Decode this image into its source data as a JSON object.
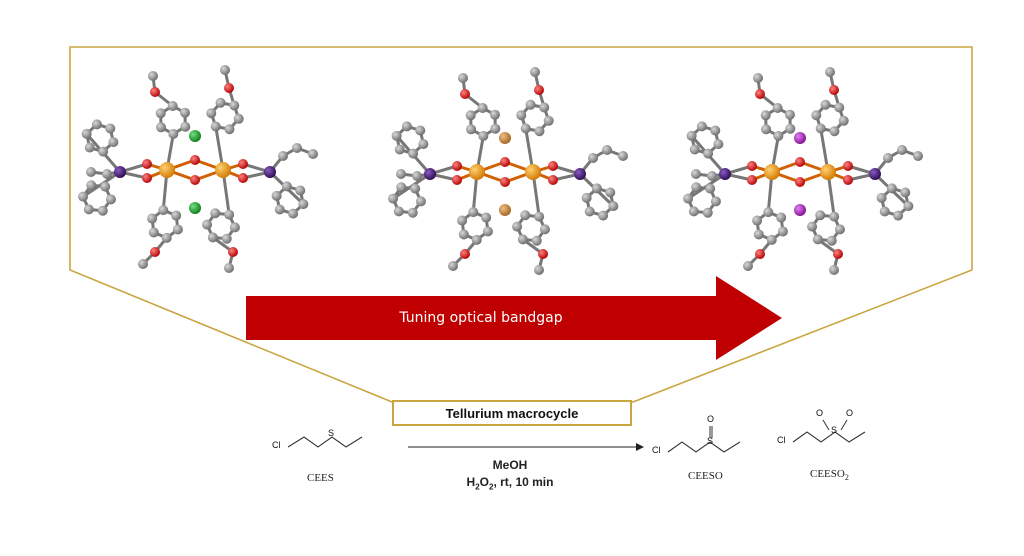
{
  "arrow": {
    "label": "Tuning optical bandgap",
    "color": "#c00000"
  },
  "catalyst_box": {
    "label": "Tellurium macrocycle",
    "border_color": "#c9a640"
  },
  "reaction": {
    "solvent": "MeOH",
    "conditions": {
      "reagent_main": "H",
      "sub1": "2",
      "mid": "O",
      "sub2": "2",
      "rest": ", rt, 10 min"
    }
  },
  "compounds": {
    "reactant": {
      "name": "CEES",
      "cl": "Cl",
      "s": "S"
    },
    "product1": {
      "name": "CEESO",
      "cl": "Cl",
      "s": "S",
      "o": "O"
    },
    "product2": {
      "name_main": "CEESO",
      "name_sub": "2",
      "cl": "Cl",
      "s": "S",
      "o1": "O",
      "o2": "O"
    }
  },
  "colors": {
    "carbon": "#8a8a8a",
    "oxygen": "#e00000",
    "tellurium": "#f39c12",
    "phosphorus": "#4b1a7a",
    "chloride": "#1e9e2e",
    "bromide": "#d09040",
    "iodide": "#b020c0",
    "frame": "#c9a640"
  }
}
